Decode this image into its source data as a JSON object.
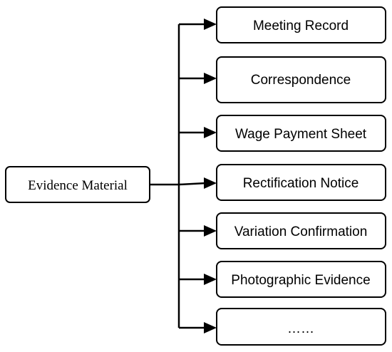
{
  "root": {
    "label": "Evidence Material"
  },
  "items": [
    {
      "label": "Meeting Record"
    },
    {
      "label": "Correspondence"
    },
    {
      "label": "Wage Payment Sheet"
    },
    {
      "label": "Rectification Notice"
    },
    {
      "label": "Variation Confirmation"
    },
    {
      "label": "Photographic Evidence"
    },
    {
      "label": "……"
    }
  ]
}
